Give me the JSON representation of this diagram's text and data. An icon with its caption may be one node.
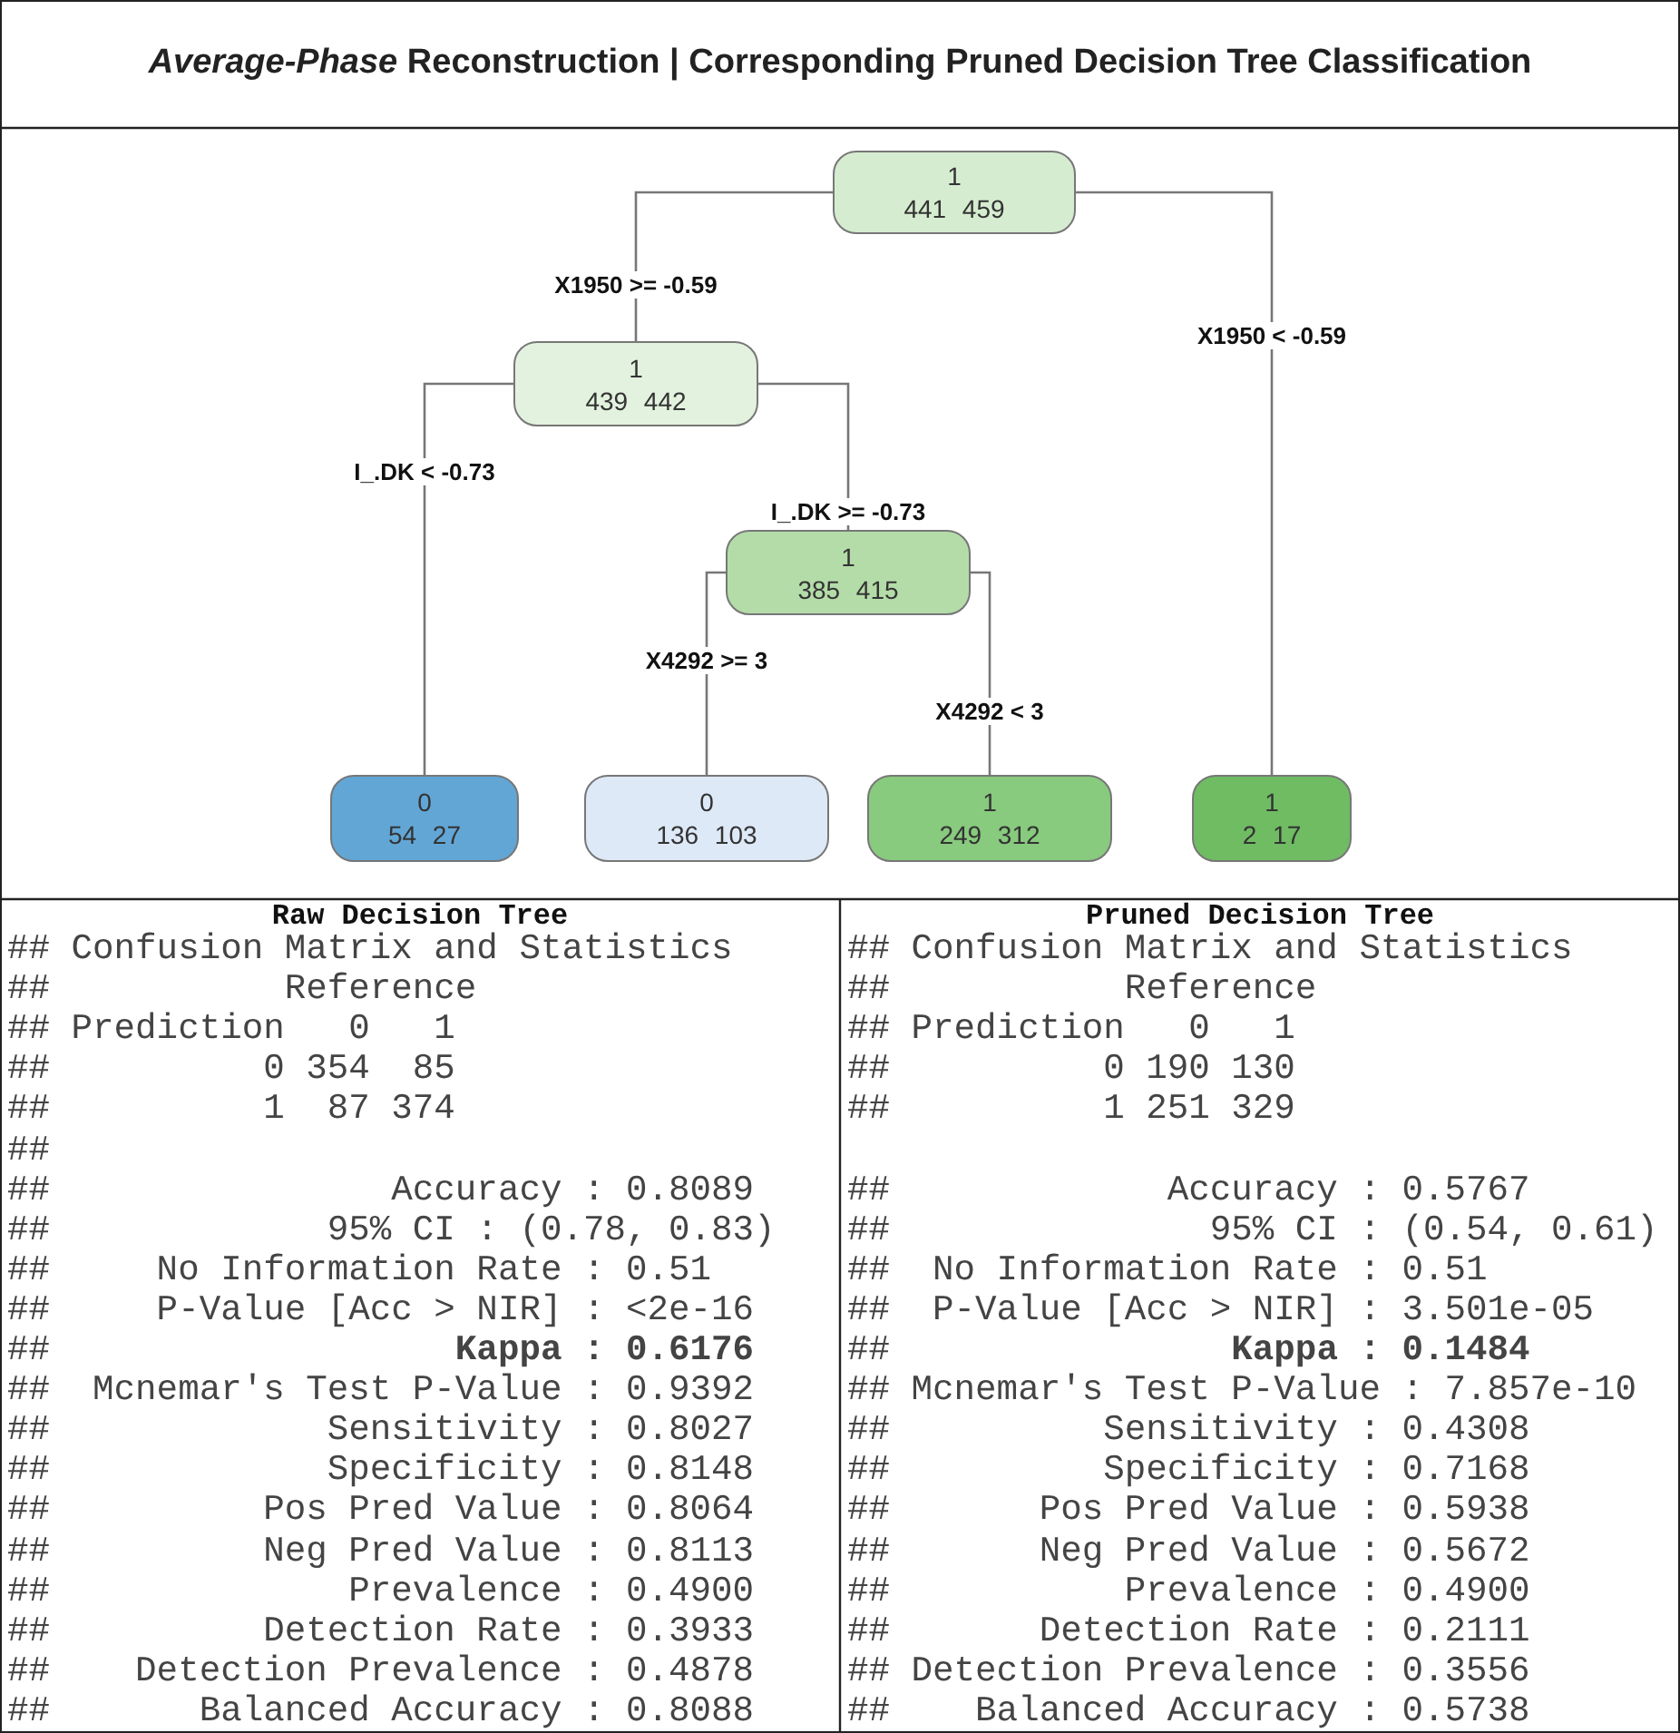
{
  "diagram": {
    "title": "*Average-Phase* Reconstruction | Corresponding Pruned Decision Tree Classification",
    "nodes": [
      {
        "text": [
          "1",
          "441 459"
        ]
      },
      {
        "text": [
          "1",
          "439 442"
        ]
      },
      {
        "text": [
          "1",
          "385 415"
        ]
      },
      {
        "text": [
          "0",
          "54 27"
        ]
      },
      {
        "text": [
          "0",
          "136 103"
        ]
      },
      {
        "text": [
          "1",
          "249 312"
        ]
      },
      {
        "text": [
          "1",
          "2 17"
        ]
      }
    ],
    "edges": [
      {
        "from": 0,
        "to": 1,
        "arrow": "none",
        "label": "X1950 >= -0.59"
      },
      {
        "from": 0,
        "to": 6,
        "arrow": "none",
        "label": "X1950 < -0.59"
      },
      {
        "from": 1,
        "to": 3,
        "arrow": "none",
        "label": "I_.DK < -0.73"
      },
      {
        "from": 1,
        "to": 2,
        "arrow": "none",
        "label": "I_.DK >= -0.73"
      },
      {
        "from": 2,
        "to": 4,
        "arrow": "none",
        "label": "X4292 >= 3"
      },
      {
        "from": 2,
        "to": 5,
        "arrow": "none",
        "label": "X4292 < 3"
      }
    ],
    "labels": [
      "Raw Decision Tree",
      "## Confusion Matrix and Statistics",
      "##           Reference",
      "## Prediction   0   1",
      "##          0 354  85",
      "##          1  87 374",
      "##",
      "##                Accuracy : 0.8089",
      "##             95% CI : (0.78, 0.83)",
      "##     No Information Rate : 0.51",
      "##     P-Value [Acc > NIR] : <2e-16",
      "##                   **Kappa : 0.6176**",
      "##  Mcnemar's Test P-Value : 0.9392",
      "##             Sensitivity : 0.8027",
      "##             Specificity : 0.8148",
      "##          Pos Pred Value : 0.8064",
      "##          Neg Pred Value : 0.8113",
      "##              Prevalence : 0.4900",
      "##          Detection Rate : 0.3933",
      "##    Detection Prevalence : 0.4878",
      "##       Balanced Accuracy : 0.8088",
      "Pruned Decision Tree",
      "## Confusion Matrix and Statistics",
      "##           Reference",
      "## Prediction   0   1",
      "##          0 190 130",
      "##          1 251 329",
      "##             Accuracy : 0.5767",
      "##               95% CI : (0.54, 0.61)",
      "##  No Information Rate : 0.51",
      "##  P-Value [Acc > NIR] : 3.501e-05",
      "##                **Kappa : 0.1484**",
      "## Mcnemar's Test P-Value : 7.857e-10",
      "##          Sensitivity : 0.4308",
      "##          Specificity : 0.7168",
      "##       Pos Pred Value : 0.5938",
      "##       Neg Pred Value : 0.5672",
      "##           Prevalence : 0.4900",
      "##       Detection Rate : 0.2111",
      "## Detection Prevalence : 0.3556",
      "##    Balanced Accuracy : 0.5738"
    ]
  }
}
